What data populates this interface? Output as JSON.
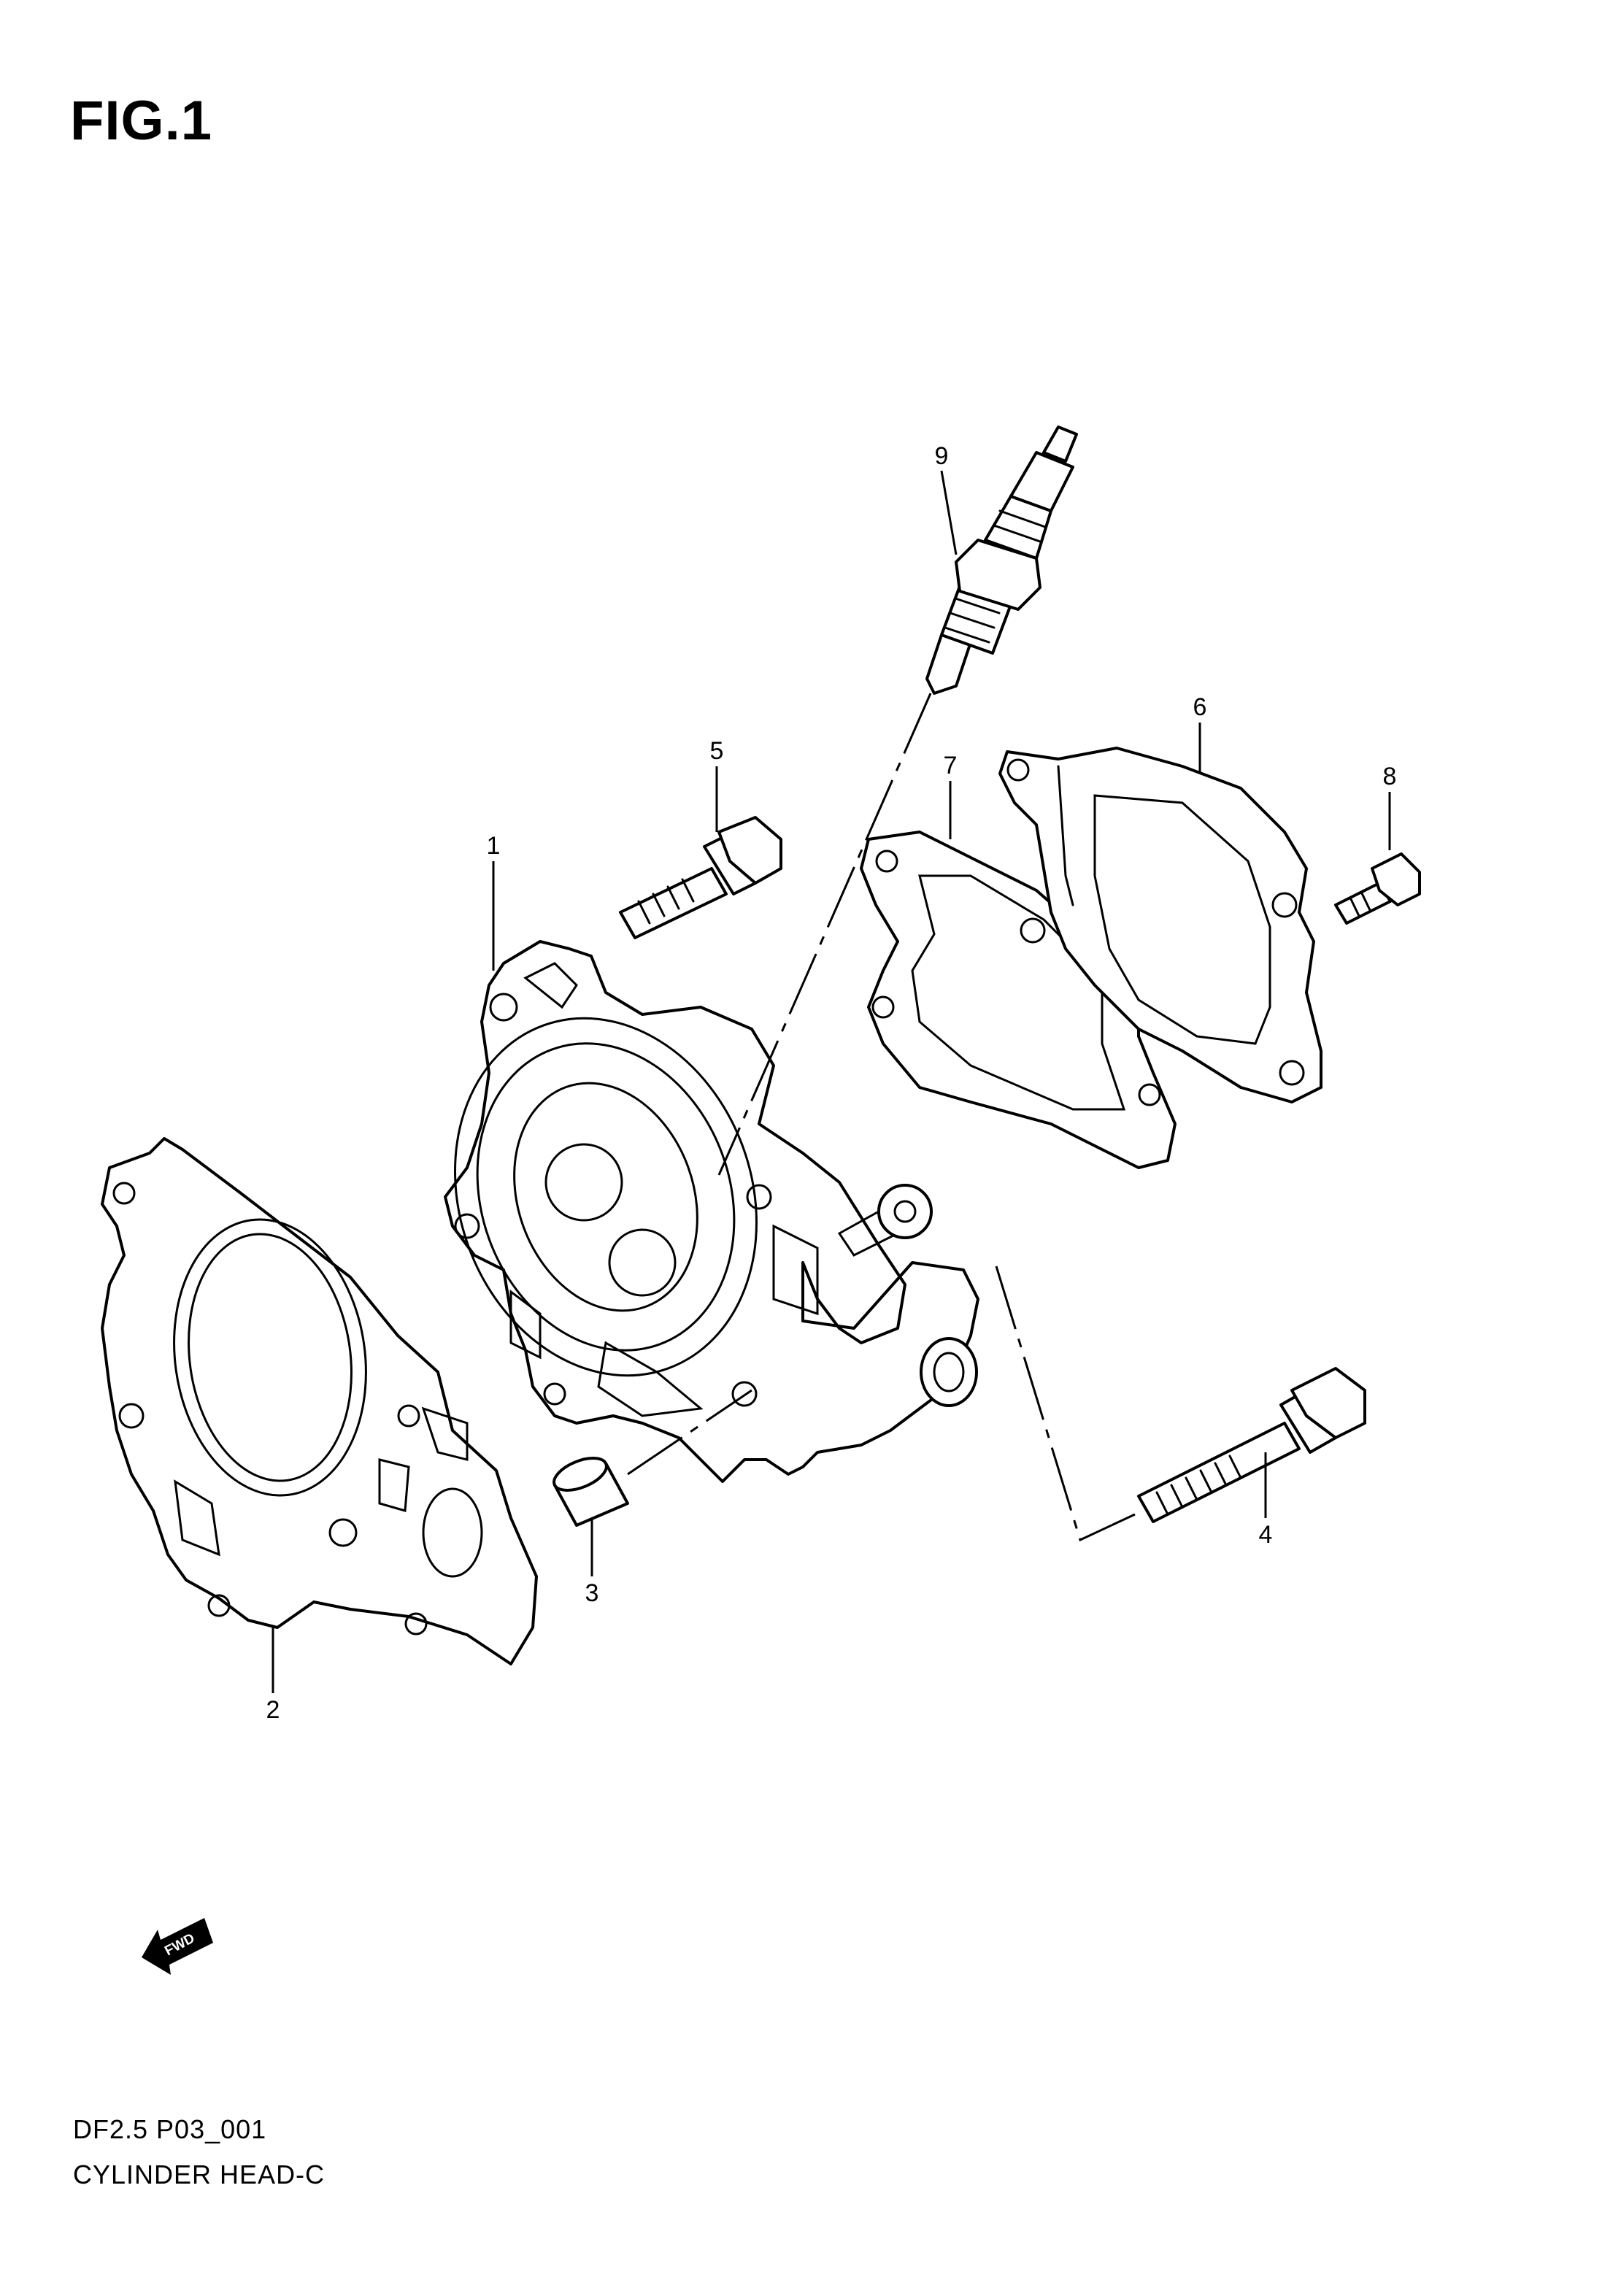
{
  "figure_label": "FIG.1",
  "parts": [
    {
      "number": "1",
      "icon": "cylinder-head-icon"
    },
    {
      "number": "2",
      "icon": "head-gasket-icon"
    },
    {
      "number": "3",
      "icon": "dowel-pin-icon"
    },
    {
      "number": "4",
      "icon": "long-bolt-icon"
    },
    {
      "number": "5",
      "icon": "bolt-icon"
    },
    {
      "number": "6",
      "icon": "cover-icon"
    },
    {
      "number": "7",
      "icon": "cover-gasket-icon"
    },
    {
      "number": "8",
      "icon": "short-bolt-icon"
    },
    {
      "number": "9",
      "icon": "spark-plug-icon"
    }
  ],
  "fwd_indicator": {
    "text": "FWD",
    "icon": "forward-arrow-icon"
  },
  "footer": {
    "code": "DF2.5 P03_001",
    "name": "CYLINDER HEAD-C"
  }
}
